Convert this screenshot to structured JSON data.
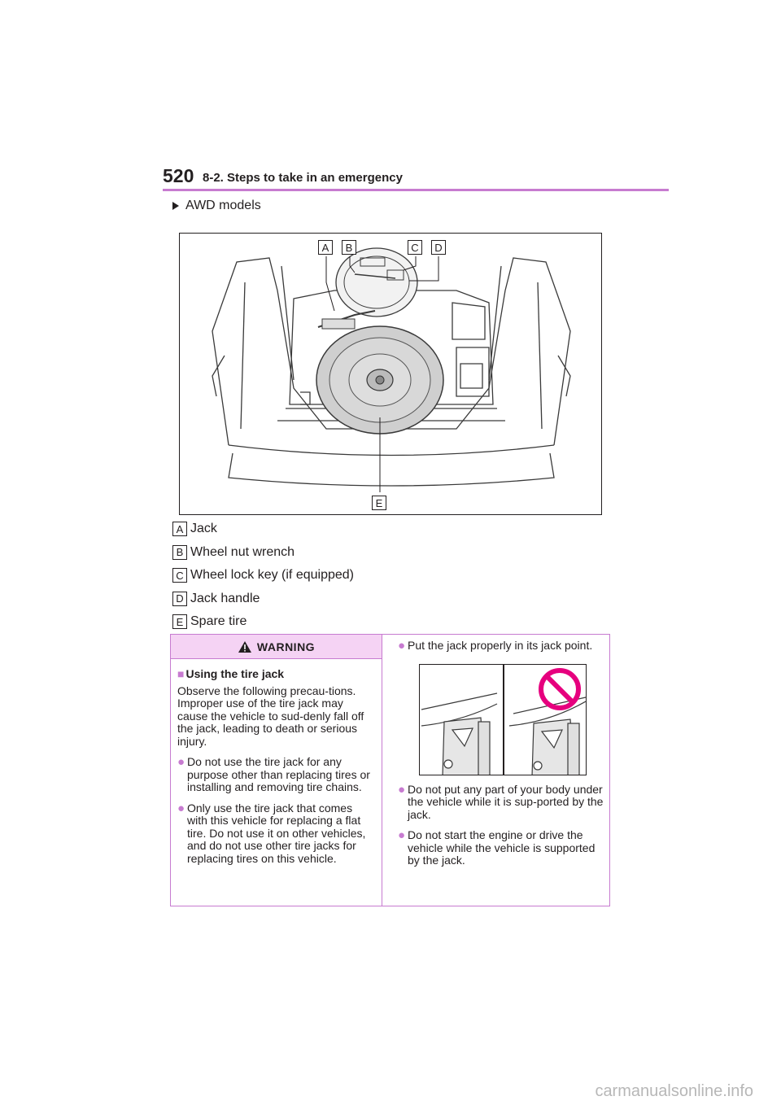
{
  "header": {
    "page_number": "520",
    "section_title": "8-2. Steps to take in an emergency"
  },
  "subheading": "AWD models",
  "figure": {
    "callouts": [
      "A",
      "B",
      "C",
      "D",
      "E"
    ]
  },
  "legend": [
    {
      "key": "A",
      "label": "Jack"
    },
    {
      "key": "B",
      "label": "Wheel nut wrench"
    },
    {
      "key": "C",
      "label": "Wheel lock key (if equipped)"
    },
    {
      "key": "D",
      "label": "Jack handle"
    },
    {
      "key": "E",
      "label": "Spare tire"
    }
  ],
  "warning": {
    "title": "WARNING",
    "subhead": "Using the tire jack",
    "intro": "Observe the following precau-tions. Improper use of the tire jack may cause the vehicle to sud-denly fall off the jack, leading to death or serious injury.",
    "left_bullets": [
      "Do not use the tire jack for any purpose other than replacing tires or installing and removing tire chains.",
      "Only use the tire jack that comes with this vehicle for replacing a flat tire. Do not use it on other vehicles, and do not use other tire jacks for replacing tires on this vehicle."
    ],
    "right_first": "Put the jack properly in its jack point.",
    "right_bullets": [
      "Do not put any part of your body under the vehicle while it is sup-ported by the jack.",
      "Do not start the engine or drive the vehicle while the vehicle is supported by the jack."
    ]
  },
  "watermark": "carmanualsonline.info",
  "colors": {
    "accent": "#c77bd0",
    "warning_bg": "#f5d3f4",
    "text": "#231f20"
  }
}
